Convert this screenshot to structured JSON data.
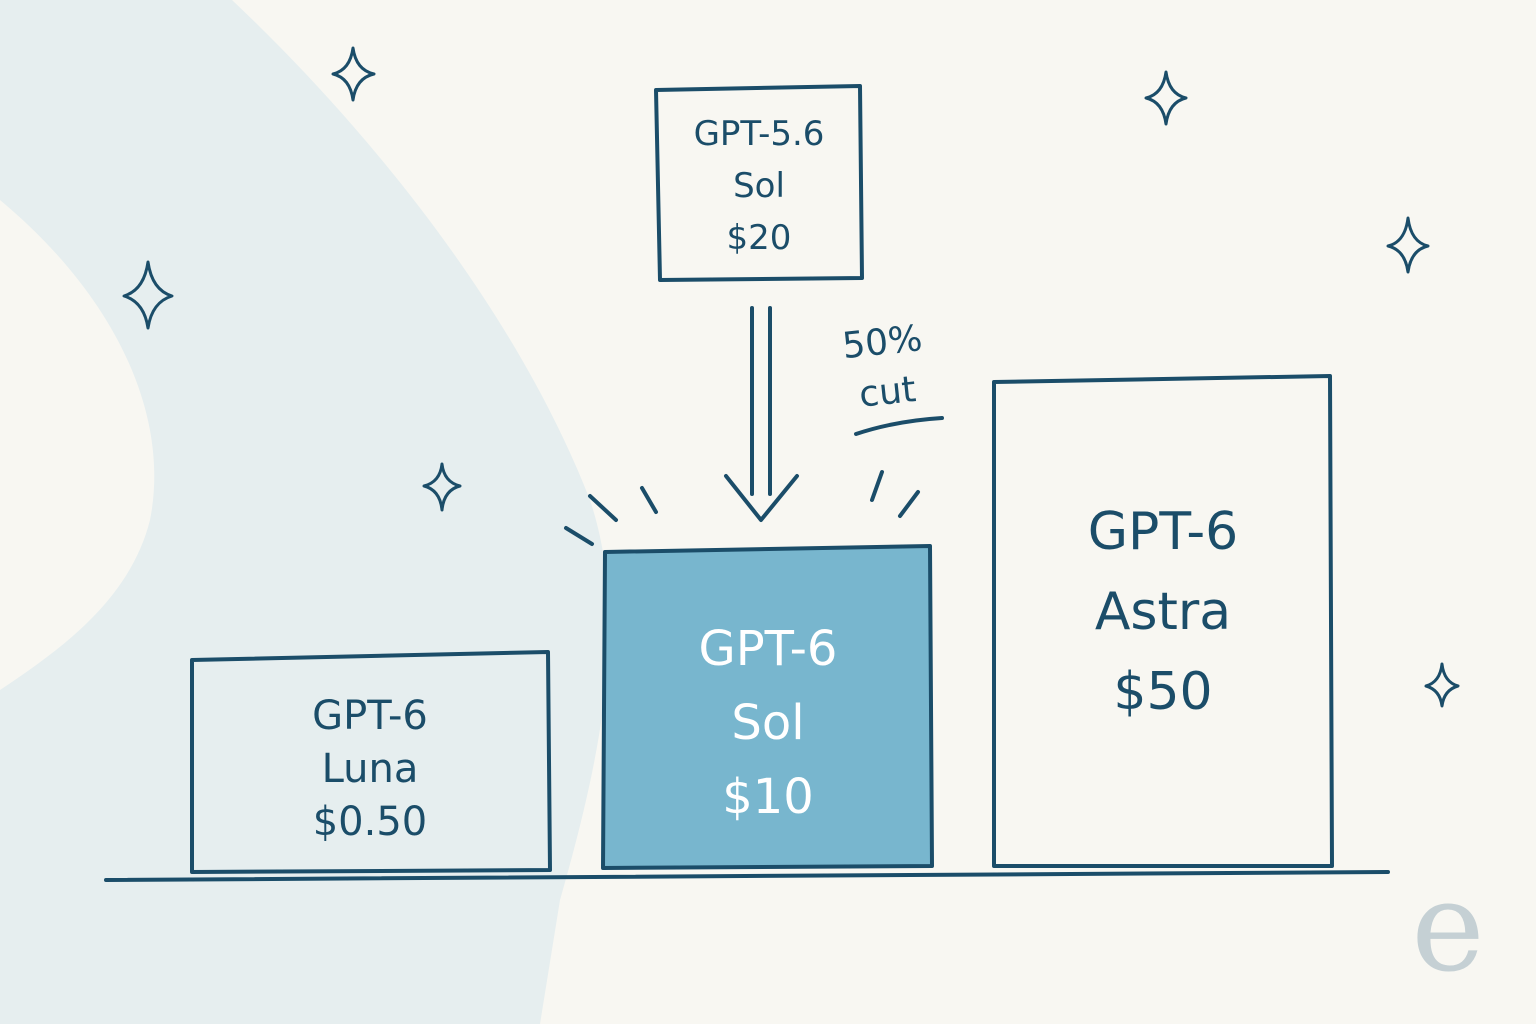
{
  "boxes": {
    "luna": {
      "line1": "GPT-6",
      "line2": "Luna",
      "price": "$0.50"
    },
    "sol": {
      "line1": "GPT-6",
      "line2": "Sol",
      "price": "$10"
    },
    "astra": {
      "line1": "GPT-6",
      "line2": "Astra",
      "price": "$50"
    },
    "previous": {
      "line1": "GPT-5.6",
      "line2": "Sol",
      "price": "$20"
    }
  },
  "annotation": {
    "line1": "50%",
    "line2": "cut"
  },
  "logo": {
    "letter": "e"
  },
  "colors": {
    "ink": "#1b4d69",
    "background": "#f8f7f2",
    "highlight_fill": "#78b6ce",
    "blob": "#e6eeef",
    "logo": "#c5d0d4"
  },
  "icons": [
    "sparkle-icon",
    "arrow-down-icon",
    "emphasis-lines-icon",
    "logo-icon"
  ]
}
